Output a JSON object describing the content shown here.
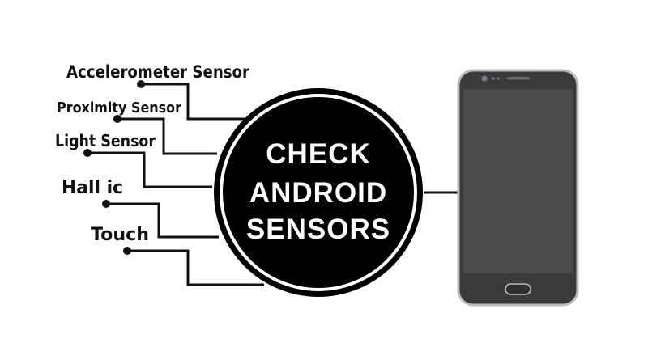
{
  "title_lines": [
    "CHECK",
    "ANDROID",
    "SENSORS"
  ],
  "sensors": [
    {
      "label": "Accelerometer Sensor"
    },
    {
      "label": "Proximity Sensor"
    },
    {
      "label": "Light Sensor"
    },
    {
      "label": "Hall ic"
    },
    {
      "label": "Touch"
    }
  ],
  "colors": {
    "ink": "#111111",
    "circle_fill": "#000000",
    "phone_body": "#3a3a3a",
    "phone_screen": "#4a4a4a",
    "phone_outline": "#bdbdbd",
    "background": "#ffffff"
  },
  "icons": [
    "smartphone-icon"
  ]
}
